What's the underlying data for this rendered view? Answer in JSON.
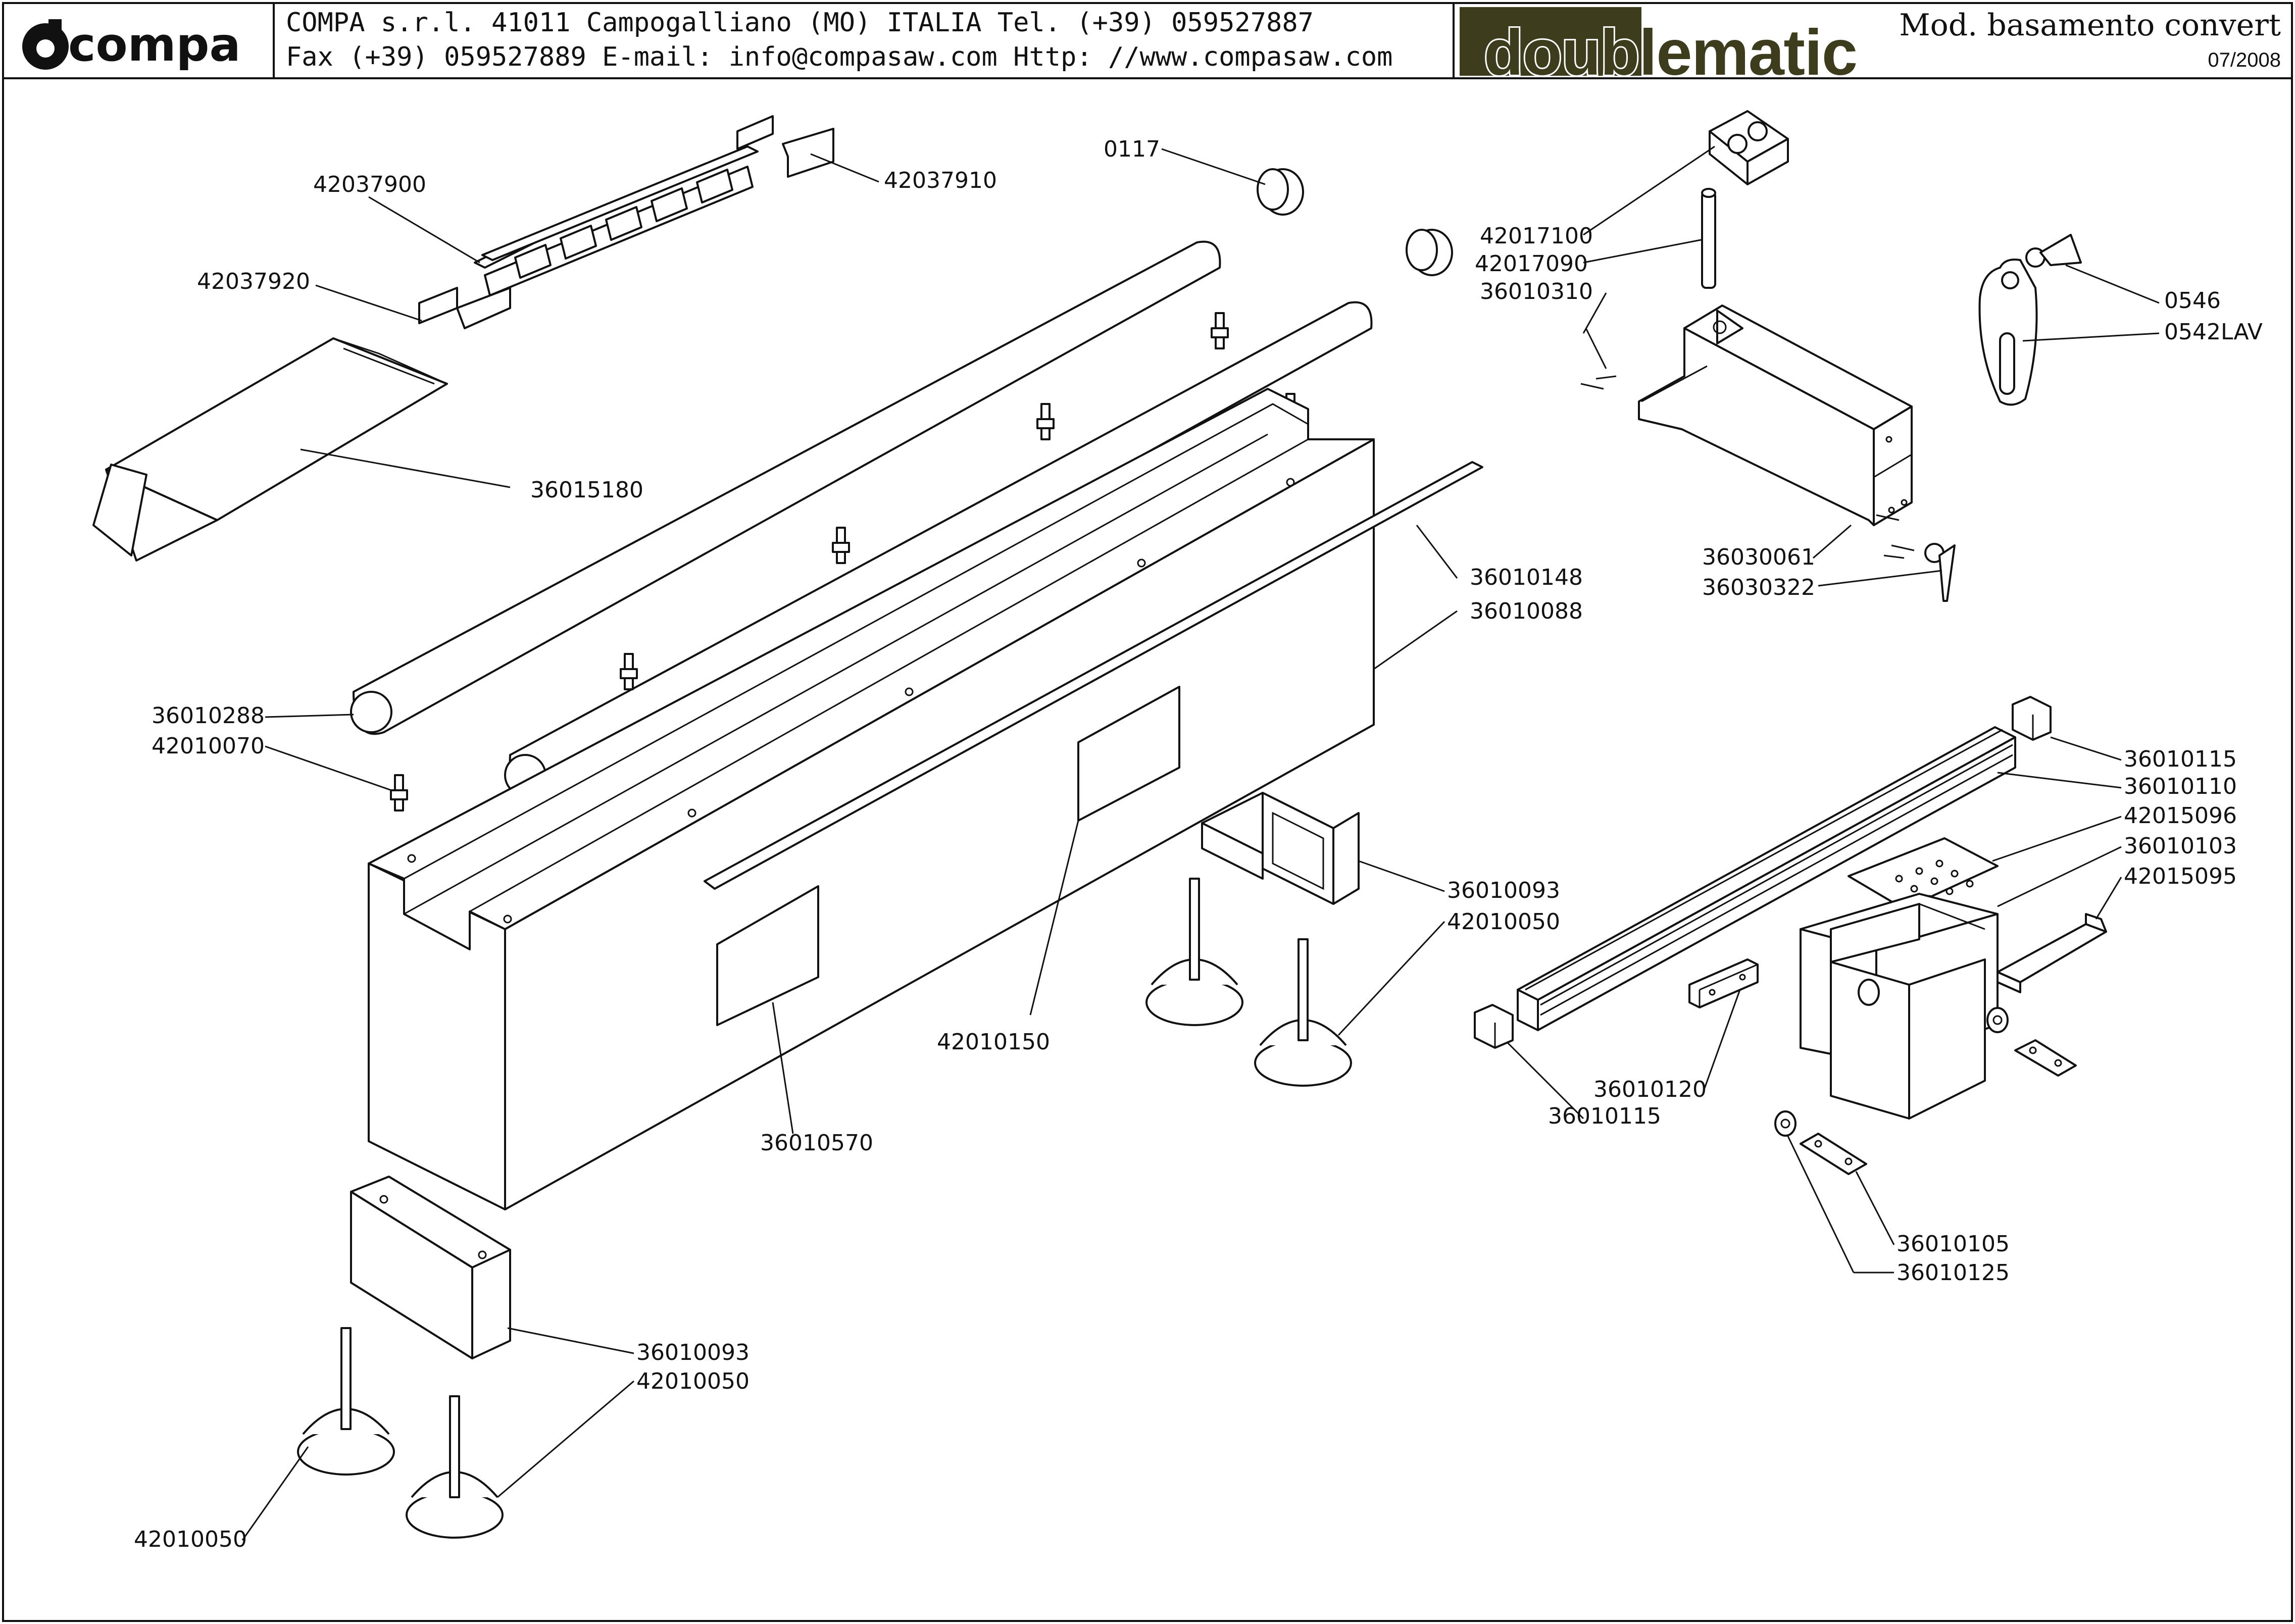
{
  "header": {
    "logo_text": "compa",
    "address_line1": "COMPA s.r.l. 41011 Campogalliano (MO) ITALIA Tel. (+39) 059527887",
    "address_line2": "Fax (+39) 059527889 E-mail: info@compasaw.com Http: //www.compasaw.com",
    "brand_text": "doublematic",
    "model_title": "Mod. basamento convert",
    "date": "07/2008",
    "brand_color": "#3d3d1e"
  },
  "labels": {
    "l42037900": "42037900",
    "l42037910": "42037910",
    "l42037920": "42037920",
    "l0117": "0117",
    "l42017100": "42017100",
    "l42017090": "42017090",
    "l36010310": "36010310",
    "l0546": "0546",
    "l0542LAV": "0542LAV",
    "l36015180": "36015180",
    "l36030061": "36030061",
    "l36030322": "36030322",
    "l36010148": "36010148",
    "l36010088": "36010088",
    "l36010288": "36010288",
    "l42010070": "42010070",
    "l36010115a": "36010115",
    "l36010110": "36010110",
    "l42015096": "42015096",
    "l36010103": "36010103",
    "l42015095": "42015095",
    "l36010093a": "36010093",
    "l42010050a": "42010050",
    "l42010150": "42010150",
    "l36010120": "36010120",
    "l36010115b": "36010115",
    "l36010570": "36010570",
    "l36010105": "36010105",
    "l36010125": "36010125",
    "l36010093b": "36010093",
    "l42010050b": "42010050",
    "l42010050c": "42010050"
  }
}
